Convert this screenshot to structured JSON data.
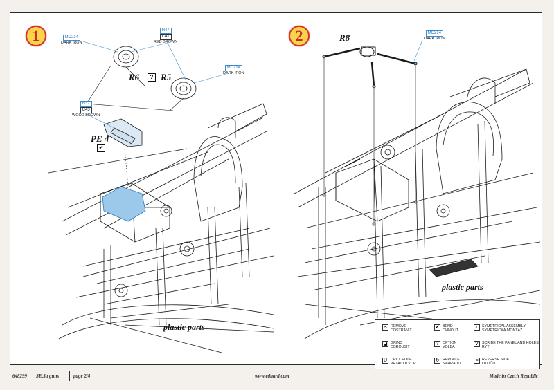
{
  "step1": {
    "number": "1",
    "paint_dark_iron_a": {
      "code": "MC214",
      "name": "DARK IRON"
    },
    "paint_red_brown": {
      "code1": "H47",
      "code2": "C41",
      "name": "RED BROWN"
    },
    "paint_dark_iron_b": {
      "code": "MC214",
      "name": "DARK IRON"
    },
    "paint_wood_brown": {
      "code1": "H37",
      "code2": "C43",
      "name": "WOOD BROWN"
    },
    "label_r6": "R6",
    "label_r5": "R5",
    "option_symbol": "?",
    "label_pe4": "PE 4",
    "plastic_parts": "plastic parts"
  },
  "step2": {
    "number": "2",
    "label_r8": "R8",
    "paint_dark_iron": {
      "code": "MC214",
      "name": "DARK IRON"
    },
    "plastic_parts": "plastic parts"
  },
  "legend": {
    "items": [
      {
        "icon": "remove-icon",
        "line1": "REMOVE",
        "line2": "ODSTRANIT"
      },
      {
        "icon": "bend-icon",
        "line1": "BEND",
        "line2": "OHNOUT"
      },
      {
        "icon": "symmetrical-icon",
        "line1": "SYMETRICAL ASSEMBLY",
        "line2": "SYMETRICKÁ MONTÁŽ"
      },
      {
        "icon": "grind-icon",
        "line1": "GRIND",
        "line2": "OBROUSIT"
      },
      {
        "icon": "option-icon",
        "line1": "OPTION",
        "line2": "VOLBA"
      },
      {
        "icon": "scribe-icon",
        "line1": "SCRIBE THE PANEL AND HOLES",
        "line2": "RÝTÍ"
      },
      {
        "icon": "drill-icon",
        "line1": "DRILL HOLE",
        "line2": "VRTAT OTVOR"
      },
      {
        "icon": "replace-icon",
        "line1": "REPLACE",
        "line2": "NAHRADIT"
      },
      {
        "icon": "reverse-icon",
        "line1": "REVERSE SIDE",
        "line2": "OTOČIT"
      }
    ]
  },
  "footer": {
    "catalog": "648299",
    "product": "SE.5a guns",
    "page": "page 2/4",
    "website": "www.eduard.com",
    "made_in": "Made in Czech Republic"
  }
}
